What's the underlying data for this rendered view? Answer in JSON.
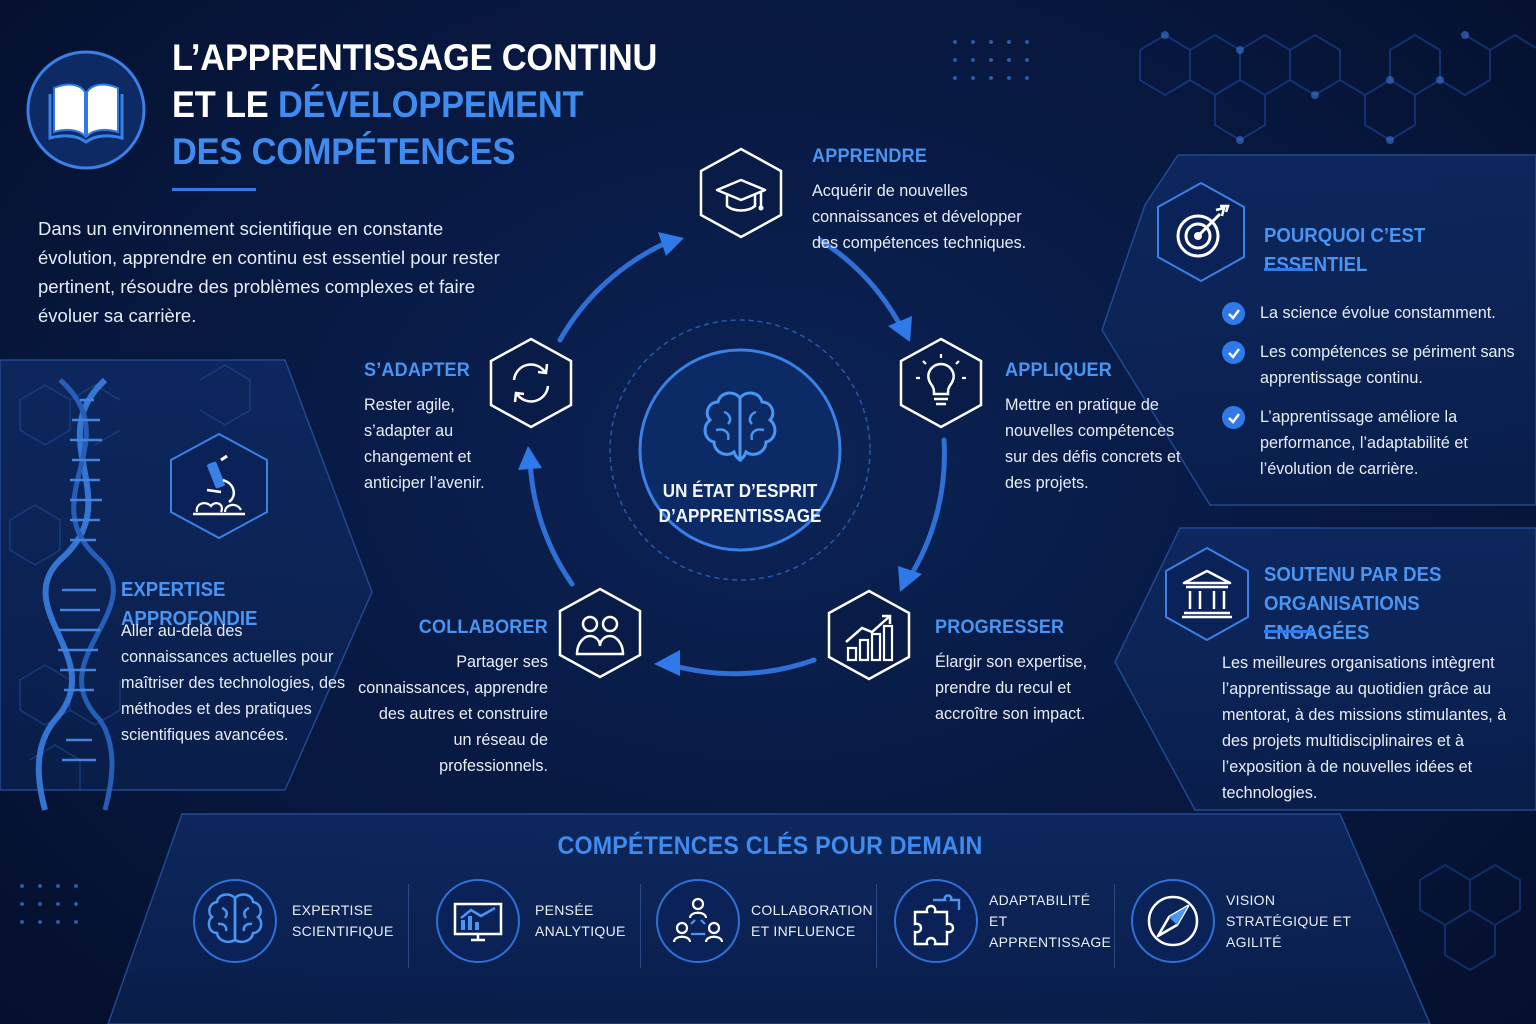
{
  "header": {
    "title_line1": "L’APPRENTISSAGE CONTINU",
    "title_line2_white": "ET LE ",
    "title_line2_blue": "DÉVELOPPEMENT",
    "title_line3": "DES COMPÉTENCES",
    "intro": "Dans un environnement scientifique en constante évolution, apprendre en continu est essentiel pour rester pertinent, résoudre des problèmes complexes et faire évoluer sa carrière."
  },
  "cycle": {
    "center": "UN ÉTAT D’ESPRIT D’APPRENTISSAGE",
    "steps": [
      {
        "title": "APPRENDRE",
        "text": "Acquérir de nouvelles connaissances et développer des compétences techniques.",
        "icon": "graduation-cap-icon"
      },
      {
        "title": "APPLIQUER",
        "text": "Mettre en pratique de nouvelles compétences sur des défis concrets et des projets.",
        "icon": "lightbulb-icon"
      },
      {
        "title": "PROGRESSER",
        "text": "Élargir son expertise, prendre du recul et accroître son impact.",
        "icon": "growth-chart-icon"
      },
      {
        "title": "COLLABORER",
        "text": "Partager ses connaissances, apprendre des autres et construire un réseau de professionnels.",
        "icon": "people-icon"
      },
      {
        "title": "S’ADAPTER",
        "text": "Rester agile, s’adapter au changement et anticiper l’avenir.",
        "icon": "refresh-icon"
      }
    ]
  },
  "left_panel": {
    "title": "EXPERTISE APPROFONDIE",
    "text": "Aller au-delà des connaissances actuelles pour maîtriser des technologies, des méthodes et des pratiques scientifiques avancées.",
    "icon": "microscope-icon"
  },
  "why_panel": {
    "title": "POURQUOI C’EST ESSENTIEL",
    "icon": "target-icon",
    "items": [
      "La science évolue constamment.",
      "Les compétences se périment sans apprentissage continu.",
      "L’apprentissage améliore la performance, l’adaptabilité et l’évolution de carrière."
    ]
  },
  "org_panel": {
    "title": "SOUTENU PAR DES ORGANISATIONS ENGAGÉES",
    "icon": "institution-icon",
    "text": "Les meilleures organisations intègrent l’apprentissage au quotidien grâce au mentorat, à des missions stimulantes, à des projets multidisciplinaires et à l’exposition à de nouvelles idées et technologies."
  },
  "skills": {
    "title": "COMPÉTENCES CLÉS POUR DEMAIN",
    "items": [
      {
        "label": "EXPERTISE SCIENTIFIQUE",
        "icon": "brain-icon"
      },
      {
        "label": "PENSÉE ANALYTIQUE",
        "icon": "analytics-monitor-icon"
      },
      {
        "label": "COLLABORATION ET INFLUENCE",
        "icon": "network-people-icon"
      },
      {
        "label": "ADAPTABILITÉ ET APPRENTISSAGE",
        "icon": "puzzle-icon"
      },
      {
        "label": "VISION STRATÉGIQUE ET AGILITÉ",
        "icon": "compass-icon"
      }
    ]
  },
  "colors": {
    "accent": "#3f8bf0",
    "background": "#081a44",
    "text": "#e8edf6"
  }
}
